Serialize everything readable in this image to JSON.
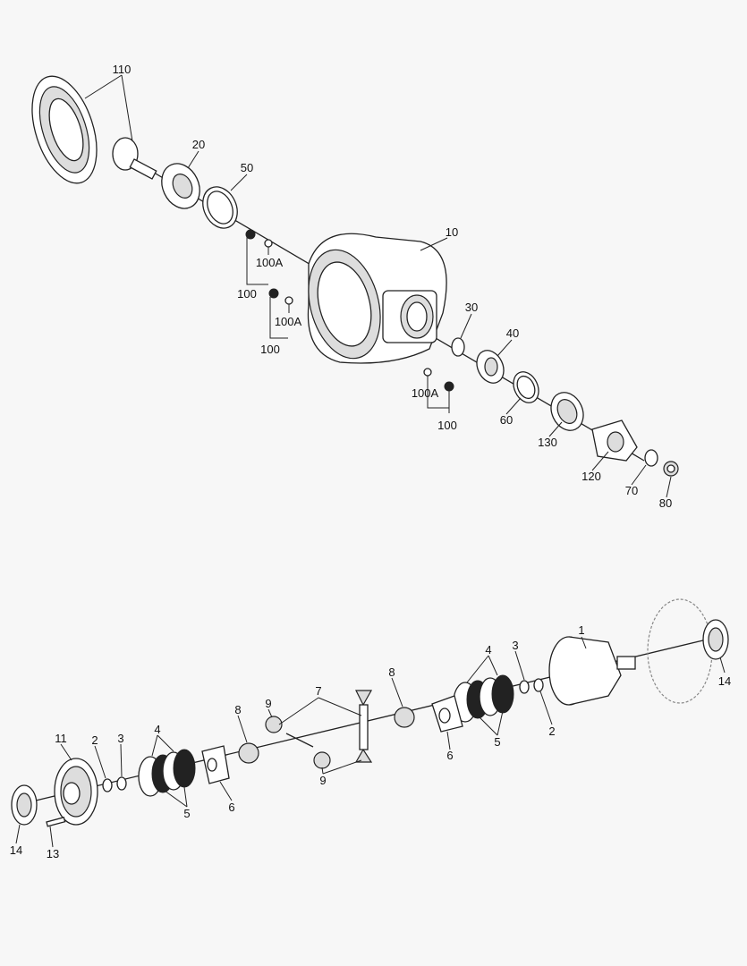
{
  "top_assembly": {
    "callouts": [
      "110",
      "20",
      "50",
      "10",
      "100A",
      "100",
      "100A",
      "100",
      "30",
      "40",
      "100A",
      "100",
      "60",
      "130",
      "120",
      "70",
      "80"
    ]
  },
  "bottom_assembly": {
    "callouts": [
      "1",
      "14",
      "3",
      "4",
      "8",
      "7",
      "9",
      "2",
      "5",
      "6",
      "8",
      "9",
      "11",
      "2",
      "3",
      "4",
      "5",
      "6",
      "14",
      "13"
    ]
  }
}
